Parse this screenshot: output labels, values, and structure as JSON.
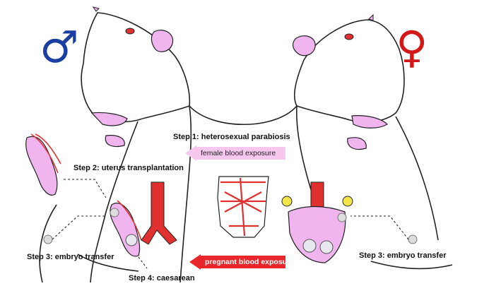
{
  "symbols": {
    "male": "♂",
    "female": "♀",
    "male_color": "#1b3fa0",
    "female_color": "#d21818"
  },
  "labels": {
    "step1": "Step 1: heterosexual parabiosis",
    "step2": "Step 2: uterus transplantation",
    "step3_left": "Step 3: embryo transfer",
    "step3_right": "Step 3: embryo transfer",
    "step4": "Step 4: caesarean"
  },
  "arrows": {
    "female_blood": "female blood exposure",
    "pregnant_blood": "pregnant blood exposure"
  },
  "colors": {
    "pink": "#f0b4ef",
    "red": "#e03030",
    "banner_light": "#f7c7f0",
    "banner_red": "#e8262b"
  }
}
